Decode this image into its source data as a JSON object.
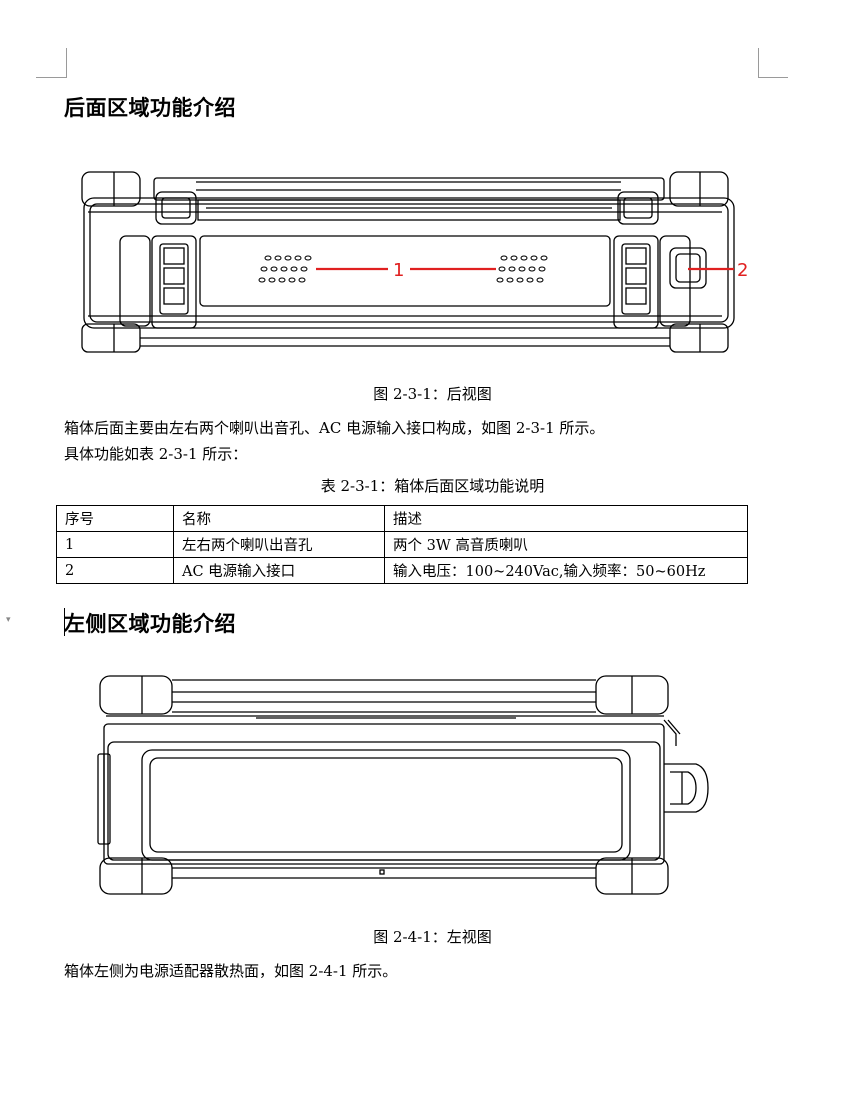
{
  "section_rear": {
    "title": "后面区域功能介绍",
    "callout_1": "1",
    "callout_2": "2",
    "caption": "图 2-3-1：后视图",
    "para1": "箱体后面主要由左右两个喇叭出音孔、AC 电源输入接口构成，如图 2-3-1 所示。",
    "para2": "具体功能如表 2-3-1 所示：",
    "table_caption": "表 2-3-1：箱体后面区域功能说明",
    "table": {
      "headers": [
        "序号",
        "名称",
        "描述"
      ],
      "rows": [
        [
          "1",
          "左右两个喇叭出音孔",
          "两个 3W 高音质喇叭"
        ],
        [
          "2",
          "AC 电源输入接口",
          "输入电压：100~240Vac,输入频率：50~60Hz"
        ]
      ]
    }
  },
  "section_left": {
    "title": "左侧区域功能介绍",
    "caption": "图 2-4-1：左视图",
    "para1": "箱体左侧为电源适配器散热面，如图 2-4-1 所示。"
  },
  "colors": {
    "callout": "#e02020",
    "line_art": "#000000"
  }
}
